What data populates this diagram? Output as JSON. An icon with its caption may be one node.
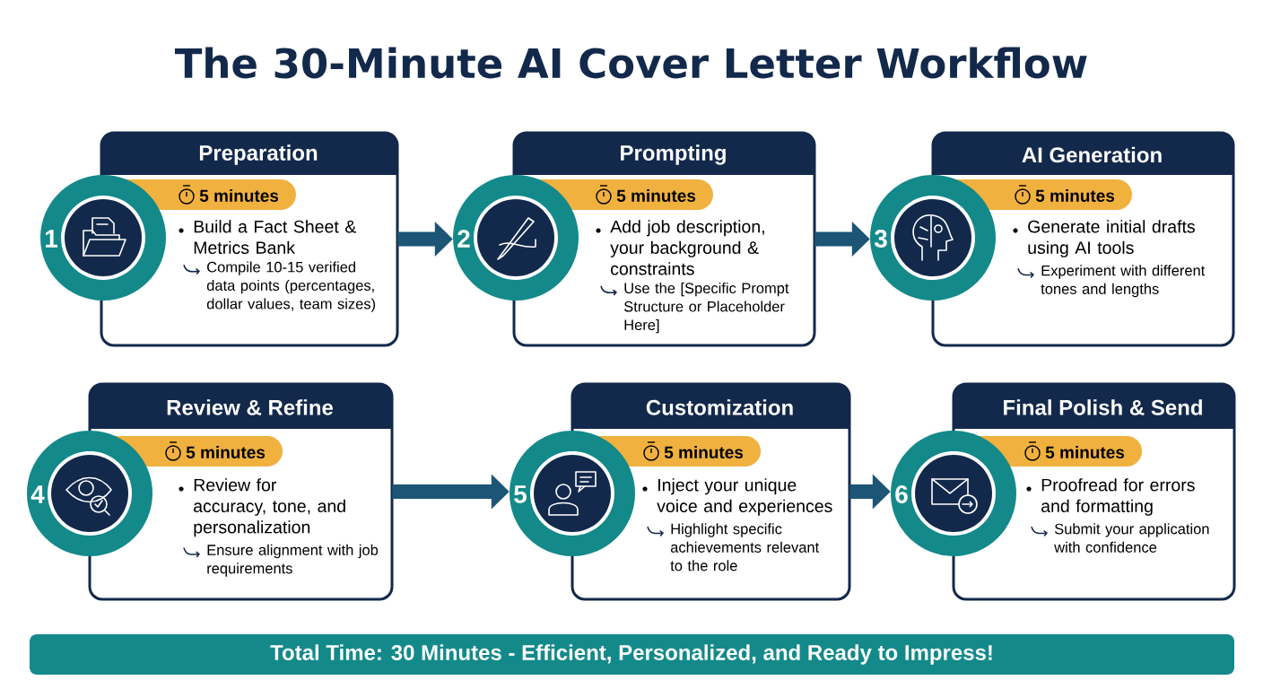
{
  "diagram": {
    "title": "The 30-Minute AI Cover Letter Workflow",
    "nodes": [
      {
        "text": [
          "Preparation",
          "5 minutes",
          "Build a Fact Sheet & Metrics Bank",
          "Compile 10-15 verified data points (percentages, dollar values, team sizes)"
        ],
        "beside": [
          "1"
        ]
      },
      {
        "text": [
          "Prompting",
          "5 minutes",
          "Add job description, your background & constraints",
          "Use the [Specific Prompt Structure or Placeholder Here]"
        ],
        "beside": [
          "2"
        ]
      },
      {
        "text": [
          "AI Generation",
          "5 minutes",
          "Generate initial drafts using AI tools",
          "Experiment with different tones and lengths"
        ],
        "beside": [
          "3"
        ]
      },
      {
        "text": [
          "Review & Refine",
          "5 minutes",
          "Review for accuracy, tone, and personalization",
          "Ensure alignment with job requirements"
        ],
        "beside": [
          "4"
        ]
      },
      {
        "text": [
          "Customization",
          "5 minutes",
          "Inject your unique voice and experiences",
          "Highlight specific achievements relevant to the role"
        ],
        "beside": [
          "5"
        ]
      },
      {
        "text": [
          "Final Polish & Send",
          "5 minutes",
          "Proofread for errors and formatting",
          "Submit your application with confidence"
        ],
        "beside": [
          "6"
        ]
      },
      {
        "text": [
          "Total Time: 30 Minutes - Efficient, Personalized, and Ready to Impress!"
        ]
      }
    ],
    "edges": [
      {
        "from": 0,
        "to": 1,
        "arrow": "to"
      },
      {
        "from": 1,
        "to": 2,
        "arrow": "to"
      },
      {
        "from": 3,
        "to": 4,
        "arrow": "to"
      },
      {
        "from": 4,
        "to": 5,
        "arrow": "to"
      }
    ]
  }
}
